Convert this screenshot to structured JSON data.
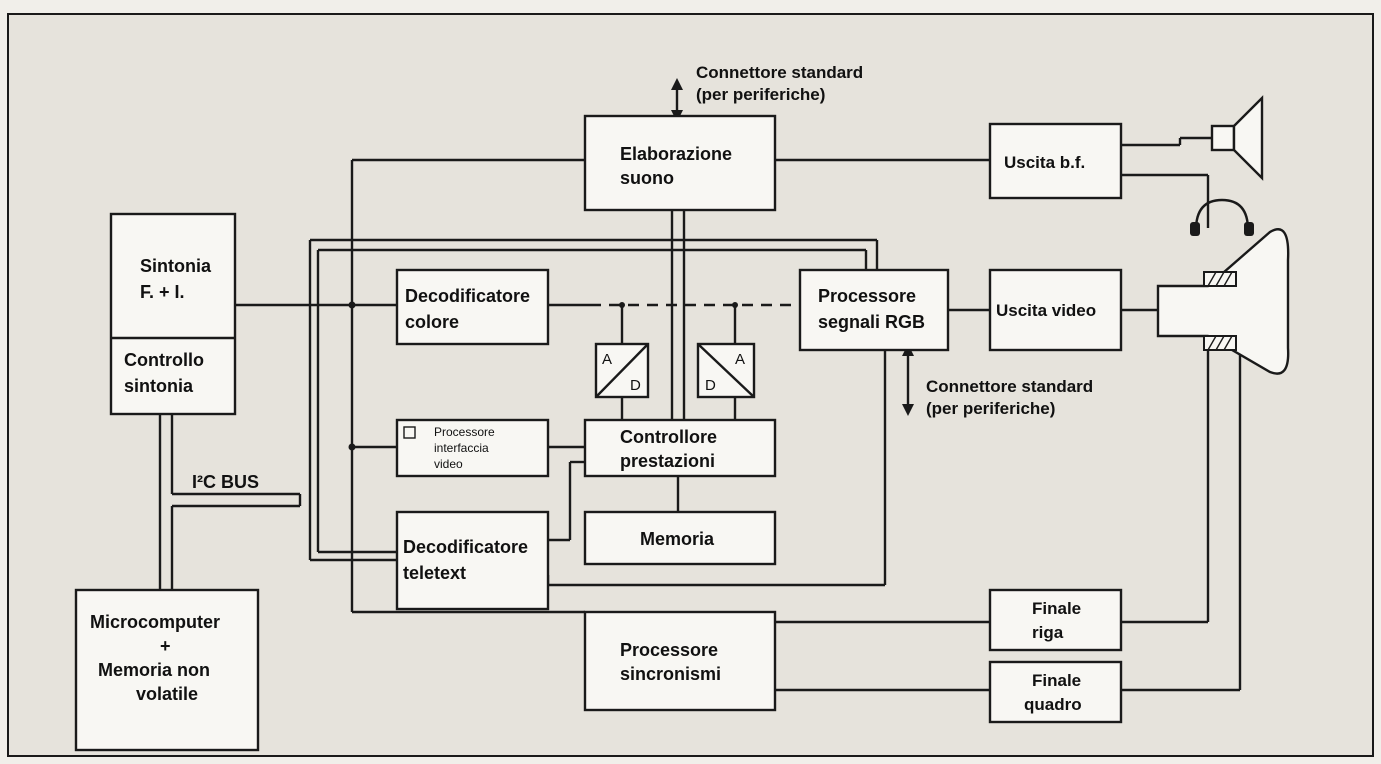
{
  "blocks": {
    "elaborazione_suono": [
      "Elaborazione",
      "suono"
    ],
    "uscita_bf": "Uscita b.f.",
    "sintonia": [
      "Sintonia",
      "F. + I."
    ],
    "controllo_sintonia": [
      "Controllo",
      "sintonia"
    ],
    "decodificatore_colore": [
      "Decodificatore",
      "colore"
    ],
    "processore_rgb": [
      "Processore",
      "segnali RGB"
    ],
    "uscita_video": "Uscita video",
    "processore_interfaccia": [
      "Processore",
      "interfaccia",
      "video"
    ],
    "controllore_prestazioni": [
      "Controllore",
      "prestazioni"
    ],
    "memoria": "Memoria",
    "decodificatore_teletext": [
      "Decodificatore",
      "teletext"
    ],
    "microcomputer": [
      "Microcomputer",
      "+",
      "Memoria non",
      "volatile"
    ],
    "processore_sincronismi": [
      "Processore",
      "sincronismi"
    ],
    "finale_riga": [
      "Finale",
      "riga"
    ],
    "finale_quadro": [
      "Finale",
      "quadro"
    ]
  },
  "converters": [
    {
      "top": "A",
      "bottom": "D"
    },
    {
      "top": "A",
      "bottom": "D"
    }
  ],
  "labels": {
    "connettore_top": [
      "Connettore standard",
      "(per periferiche)"
    ],
    "connettore_rgb": [
      "Connettore standard",
      "(per periferiche)"
    ],
    "i2c_bus": "I²C BUS"
  }
}
